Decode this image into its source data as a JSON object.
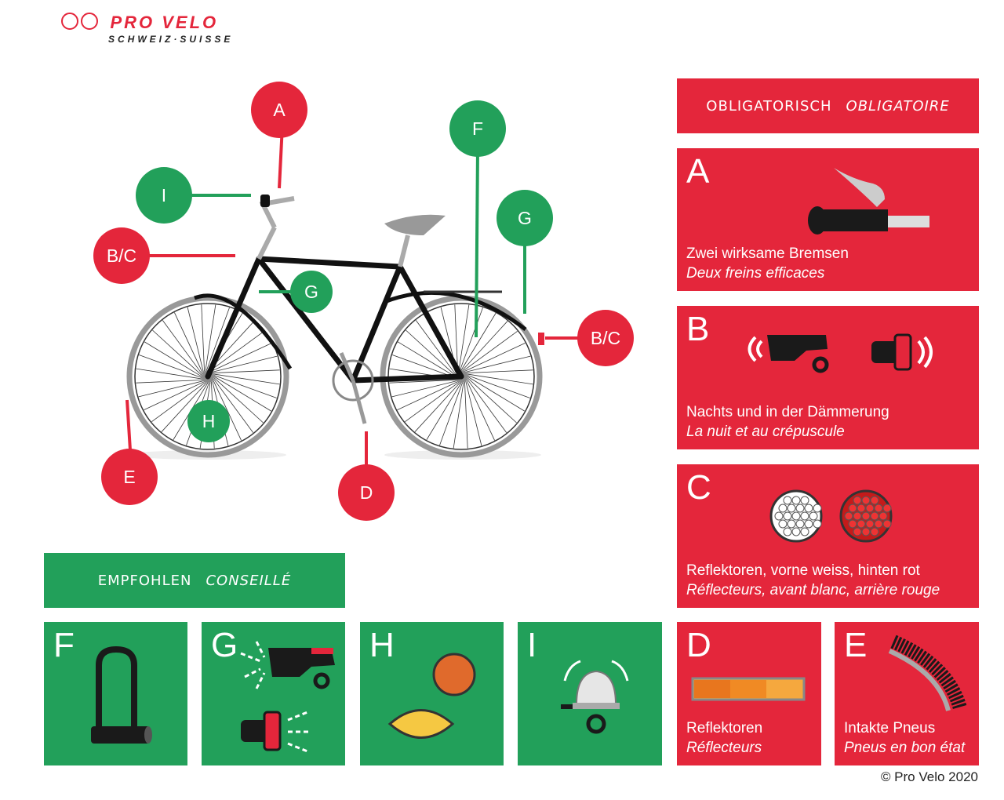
{
  "logo": {
    "name": "PRO VELO",
    "sub": "SCHWEIZ·SUISSE"
  },
  "colors": {
    "red": "#e4263b",
    "green": "#22a05a"
  },
  "mandatory": {
    "de": "OBLIGATORISCH",
    "fr": "OBLIGATOIRE"
  },
  "recommended": {
    "de": "EMPFOHLEN",
    "fr": "CONSEILLÉ"
  },
  "callouts": {
    "A": "A",
    "I": "I",
    "BC": "B/C",
    "G": "G",
    "F": "F",
    "E": "E",
    "H": "H",
    "D": "D"
  },
  "panels": {
    "A": {
      "letter": "A",
      "de": "Zwei wirksame Bremsen",
      "fr": "Deux freins efficaces",
      "icon": "brake-lever-icon"
    },
    "B": {
      "letter": "B",
      "de": "Nachts und in der Dämmerung",
      "fr": "La nuit et au crépuscule",
      "icon": "bike-lights-icon"
    },
    "C": {
      "letter": "C",
      "de": "Reflektoren, vorne weiss, hinten rot",
      "fr": "Réflecteurs, avant blanc, arrière rouge",
      "icon": "reflectors-icon"
    },
    "D": {
      "letter": "D",
      "de": "Reflektoren",
      "fr": "Réflecteurs",
      "icon": "pedal-reflector-icon"
    },
    "E": {
      "letter": "E",
      "de": "Intakte Pneus",
      "fr": "Pneus en bon état",
      "icon": "tire-icon"
    },
    "F": {
      "letter": "F",
      "icon": "u-lock-icon"
    },
    "G": {
      "letter": "G",
      "icon": "lights-icon"
    },
    "H": {
      "letter": "H",
      "icon": "spoke-reflectors-icon"
    },
    "I": {
      "letter": "I",
      "icon": "bell-icon"
    }
  },
  "copyright": "© Pro Velo 2020"
}
